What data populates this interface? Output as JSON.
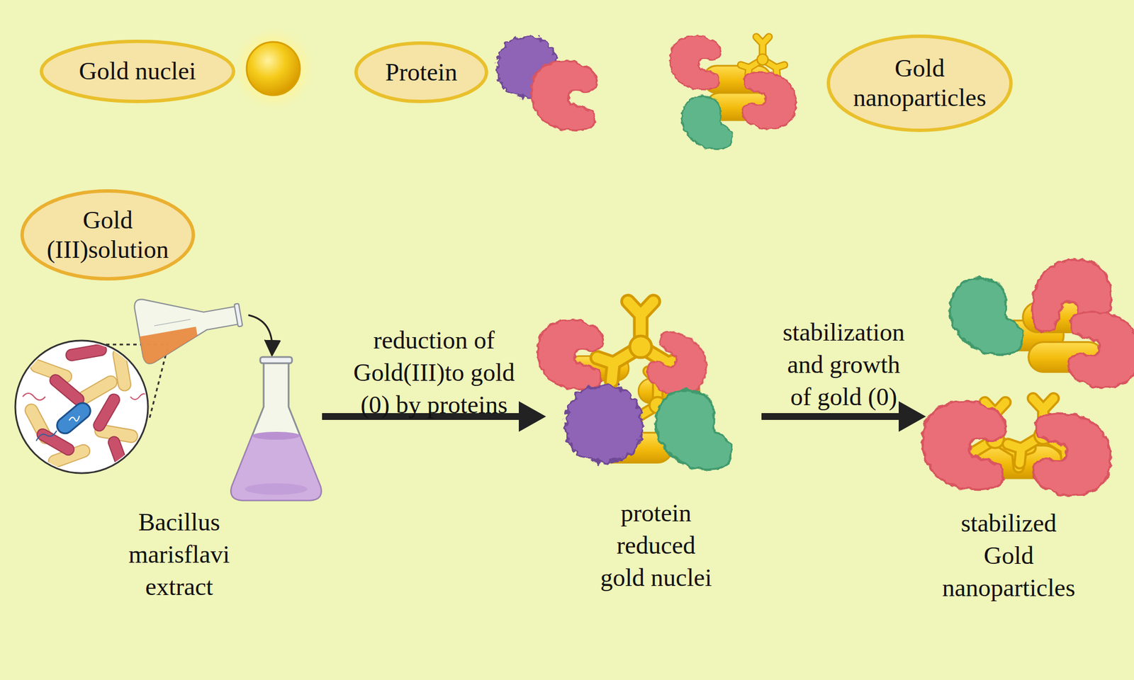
{
  "diagram": {
    "nodes": [
      {
        "text": [
          "Gold nuclei"
        ]
      },
      {
        "text": [
          "Protein"
        ]
      },
      {
        "text": [
          "Gold nanoparticles"
        ]
      },
      {
        "text": [
          "Gold (III)solution"
        ]
      },
      {
        "text": [
          "Bacillus marisflavi extract"
        ]
      },
      {
        "text": [
          "protein reduced gold nuclei"
        ]
      },
      {
        "text": [
          "stabilized Gold nanoparticles"
        ]
      }
    ],
    "edges": [
      {
        "from": 4,
        "to": 5,
        "label": "reduction of Gold(III)to gold (0) by proteins",
        "arrow": "to"
      },
      {
        "from": 5,
        "to": 6,
        "label": "stabilization and growth of gold (0)",
        "arrow": "to"
      }
    ]
  }
}
